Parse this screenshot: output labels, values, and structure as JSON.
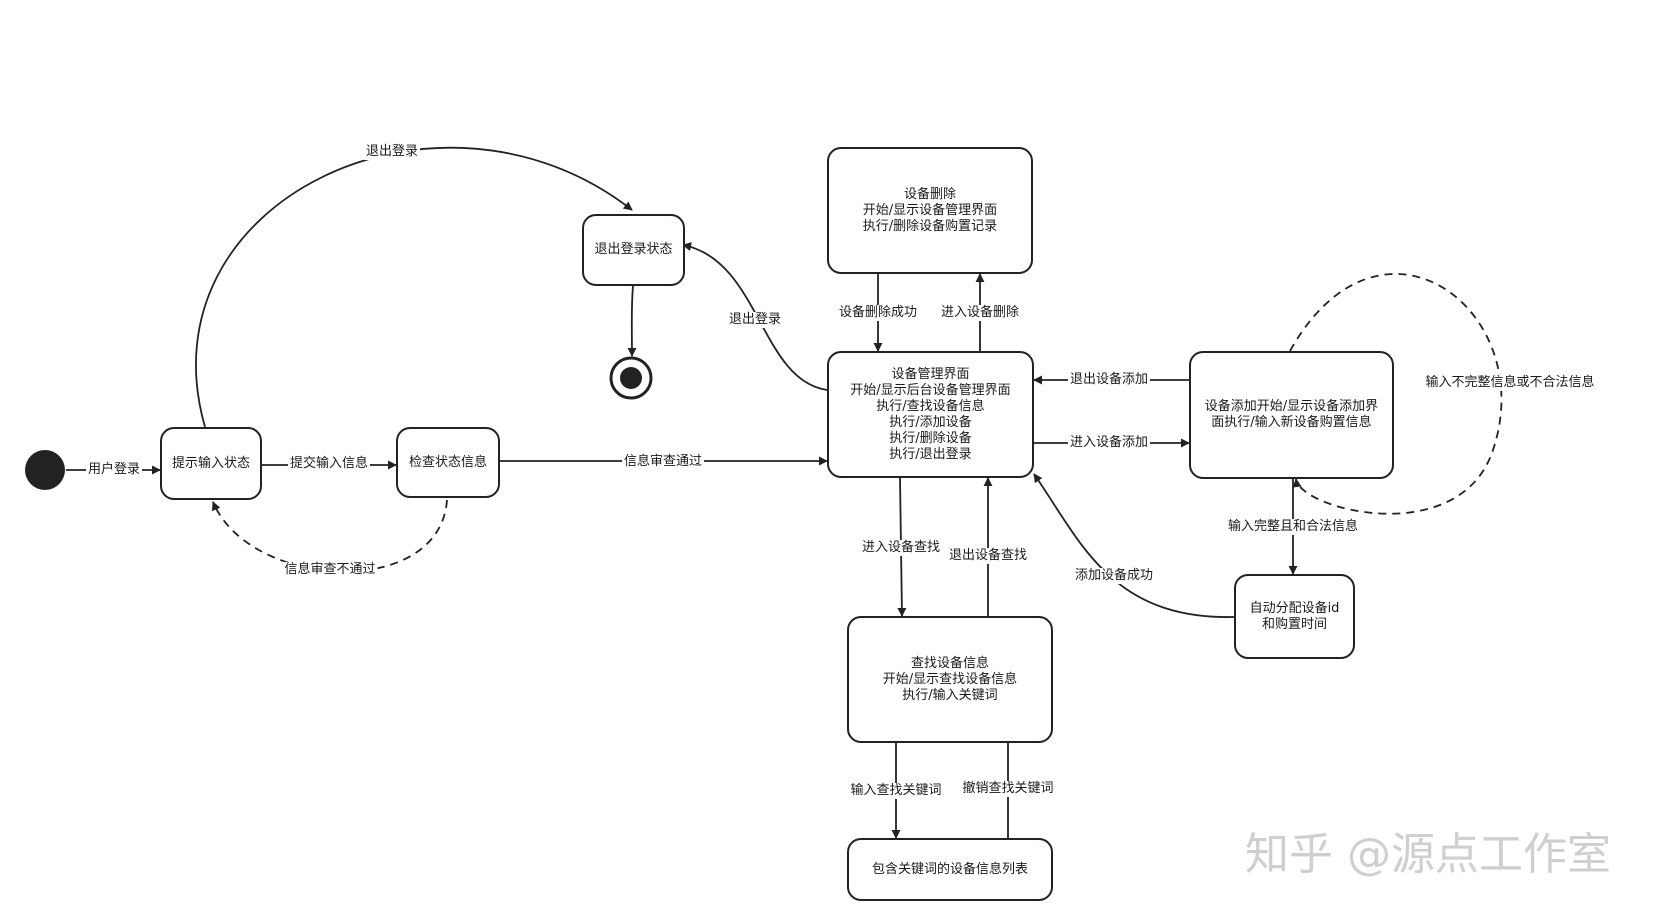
{
  "states": {
    "prompt_input": [
      "提示输入状态"
    ],
    "check_status": [
      "检查状态信息"
    ],
    "logout_state": [
      "退出登录状态"
    ],
    "device_delete": [
      "设备删除",
      "开始/显示设备管理界面",
      "执行/删除设备购置记录"
    ],
    "device_mgmt": [
      "设备管理界面",
      "开始/显示后台设备管理界面",
      "执行/查找设备信息",
      "执行/添加设备",
      "执行/删除设备",
      "执行/退出登录"
    ],
    "device_add": [
      "设备添加开始/显示设备添加界",
      "面执行/输入新设备购置信息"
    ],
    "auto_assign": [
      "自动分配设备id",
      "和购置时间"
    ],
    "search_info": [
      "查找设备信息",
      "开始/显示查找设备信息",
      "执行/输入关键词"
    ],
    "keyword_list": [
      "包含关键词的设备信息列表"
    ]
  },
  "transitions": {
    "user_login": "用户登录",
    "submit_input": "提交输入信息",
    "review_fail": "信息审查不通过",
    "review_pass": "信息审查通过",
    "logout_top": "退出登录",
    "logout_mgmt": "退出登录",
    "delete_success": "设备删除成功",
    "enter_delete": "进入设备删除",
    "exit_add": "退出设备添加",
    "enter_add": "进入设备添加",
    "incomplete_info": "输入不完整信息或不合法信息",
    "complete_info": "输入完整且和合法信息",
    "add_success": "添加设备成功",
    "enter_search": "进入设备查找",
    "exit_search": "退出设备查找",
    "input_keyword": "输入查找关键词",
    "cancel_keyword": "撤销查找关键词"
  },
  "watermark": "知乎 @源点工作室"
}
